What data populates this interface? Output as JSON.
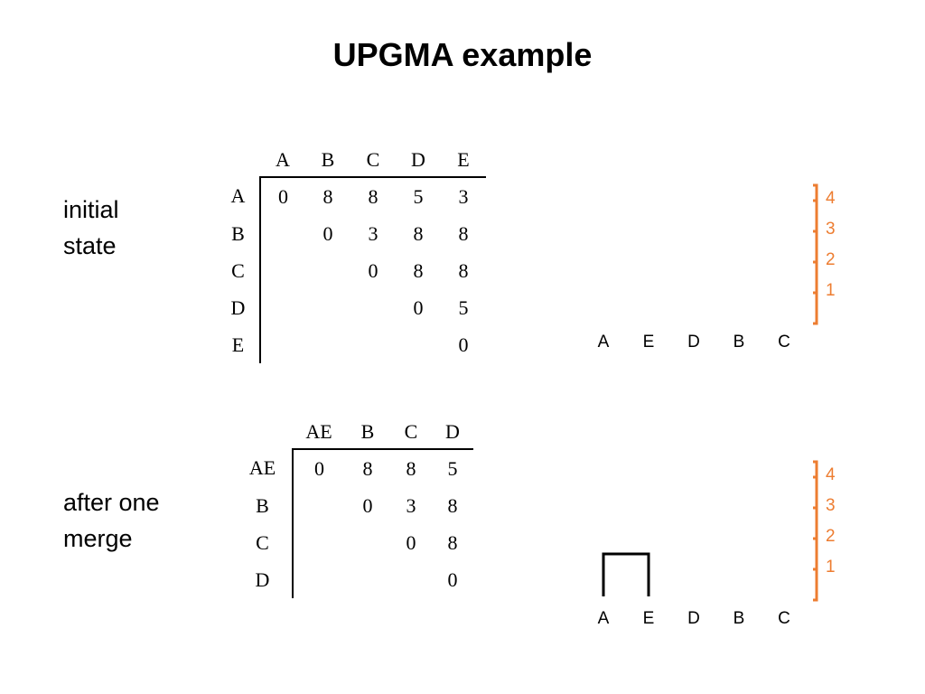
{
  "title": "UPGMA example",
  "accent_color": "#ed7d31",
  "sections": [
    {
      "label_lines": [
        "initial",
        "state"
      ],
      "matrix": {
        "col_headers": [
          "A",
          "B",
          "C",
          "D",
          "E"
        ],
        "rows": [
          {
            "label": "A",
            "cells": [
              "0",
              "8",
              "8",
              "5",
              "3"
            ]
          },
          {
            "label": "B",
            "cells": [
              "",
              "0",
              "3",
              "8",
              "8"
            ]
          },
          {
            "label": "C",
            "cells": [
              "",
              "",
              "0",
              "8",
              "8"
            ]
          },
          {
            "label": "D",
            "cells": [
              "",
              "",
              "",
              "0",
              "5"
            ]
          },
          {
            "label": "E",
            "cells": [
              "",
              "",
              "",
              "",
              "0"
            ]
          }
        ]
      },
      "tree": {
        "leaves": [
          "A",
          "E",
          "D",
          "B",
          "C"
        ],
        "scale_ticks": [
          "4",
          "3",
          "2",
          "1"
        ],
        "merges": []
      }
    },
    {
      "label_lines": [
        "after one",
        "merge"
      ],
      "matrix": {
        "col_headers": [
          "AE",
          "B",
          "C",
          "D"
        ],
        "rows": [
          {
            "label": "AE",
            "cells": [
              "0",
              "8",
              "8",
              "5"
            ]
          },
          {
            "label": "B",
            "cells": [
              "",
              "0",
              "3",
              "8"
            ]
          },
          {
            "label": "C",
            "cells": [
              "",
              "",
              "0",
              "8"
            ]
          },
          {
            "label": "D",
            "cells": [
              "",
              "",
              "",
              "0"
            ]
          }
        ]
      },
      "tree": {
        "leaves": [
          "A",
          "E",
          "D",
          "B",
          "C"
        ],
        "scale_ticks": [
          "4",
          "3",
          "2",
          "1"
        ],
        "merges": [
          {
            "left": "A",
            "right": "E",
            "height": 1.5
          }
        ]
      }
    }
  ]
}
